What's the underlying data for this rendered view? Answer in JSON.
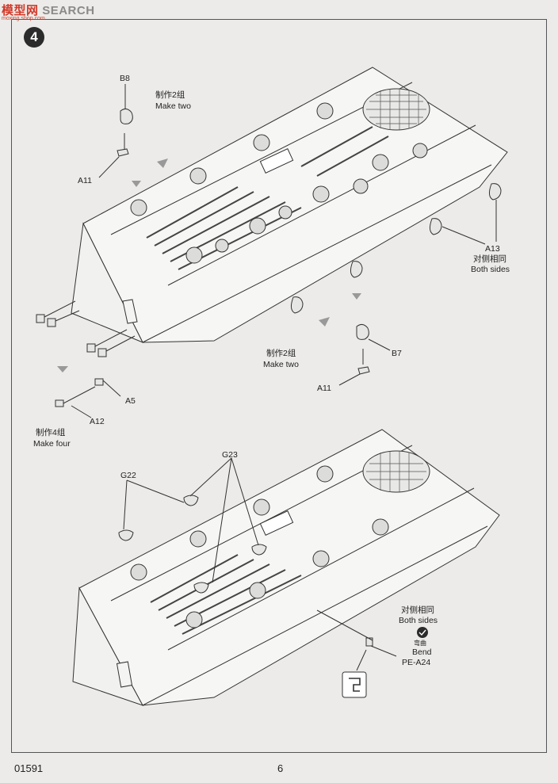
{
  "watermark": {
    "cn": "模型网",
    "en": "SEARCH",
    "url": "moxing.shop.com"
  },
  "step_number": "4",
  "labels": {
    "b8": "B8",
    "make_two_top_cn": "制作2组",
    "make_two_top_en": "Make two",
    "a11_top": "A11",
    "a13": "A13",
    "both_sides_top_cn": "对侧相同",
    "both_sides_top_en": "Both sides",
    "b7": "B7",
    "make_two_mid_cn": "制作2组",
    "make_two_mid_en": "Make two",
    "a11_mid": "A11",
    "a5": "A5",
    "a12": "A12",
    "make_four_cn": "制作4组",
    "make_four_en": "Make four",
    "g22": "G22",
    "g23": "G23",
    "both_sides_bottom_cn": "对侧相同",
    "both_sides_bottom_en": "Both sides",
    "bend_cn": "弯曲",
    "bend_en": "Bend",
    "pe_a24": "PE-A24"
  },
  "footer": {
    "code": "01591",
    "page": "6"
  }
}
